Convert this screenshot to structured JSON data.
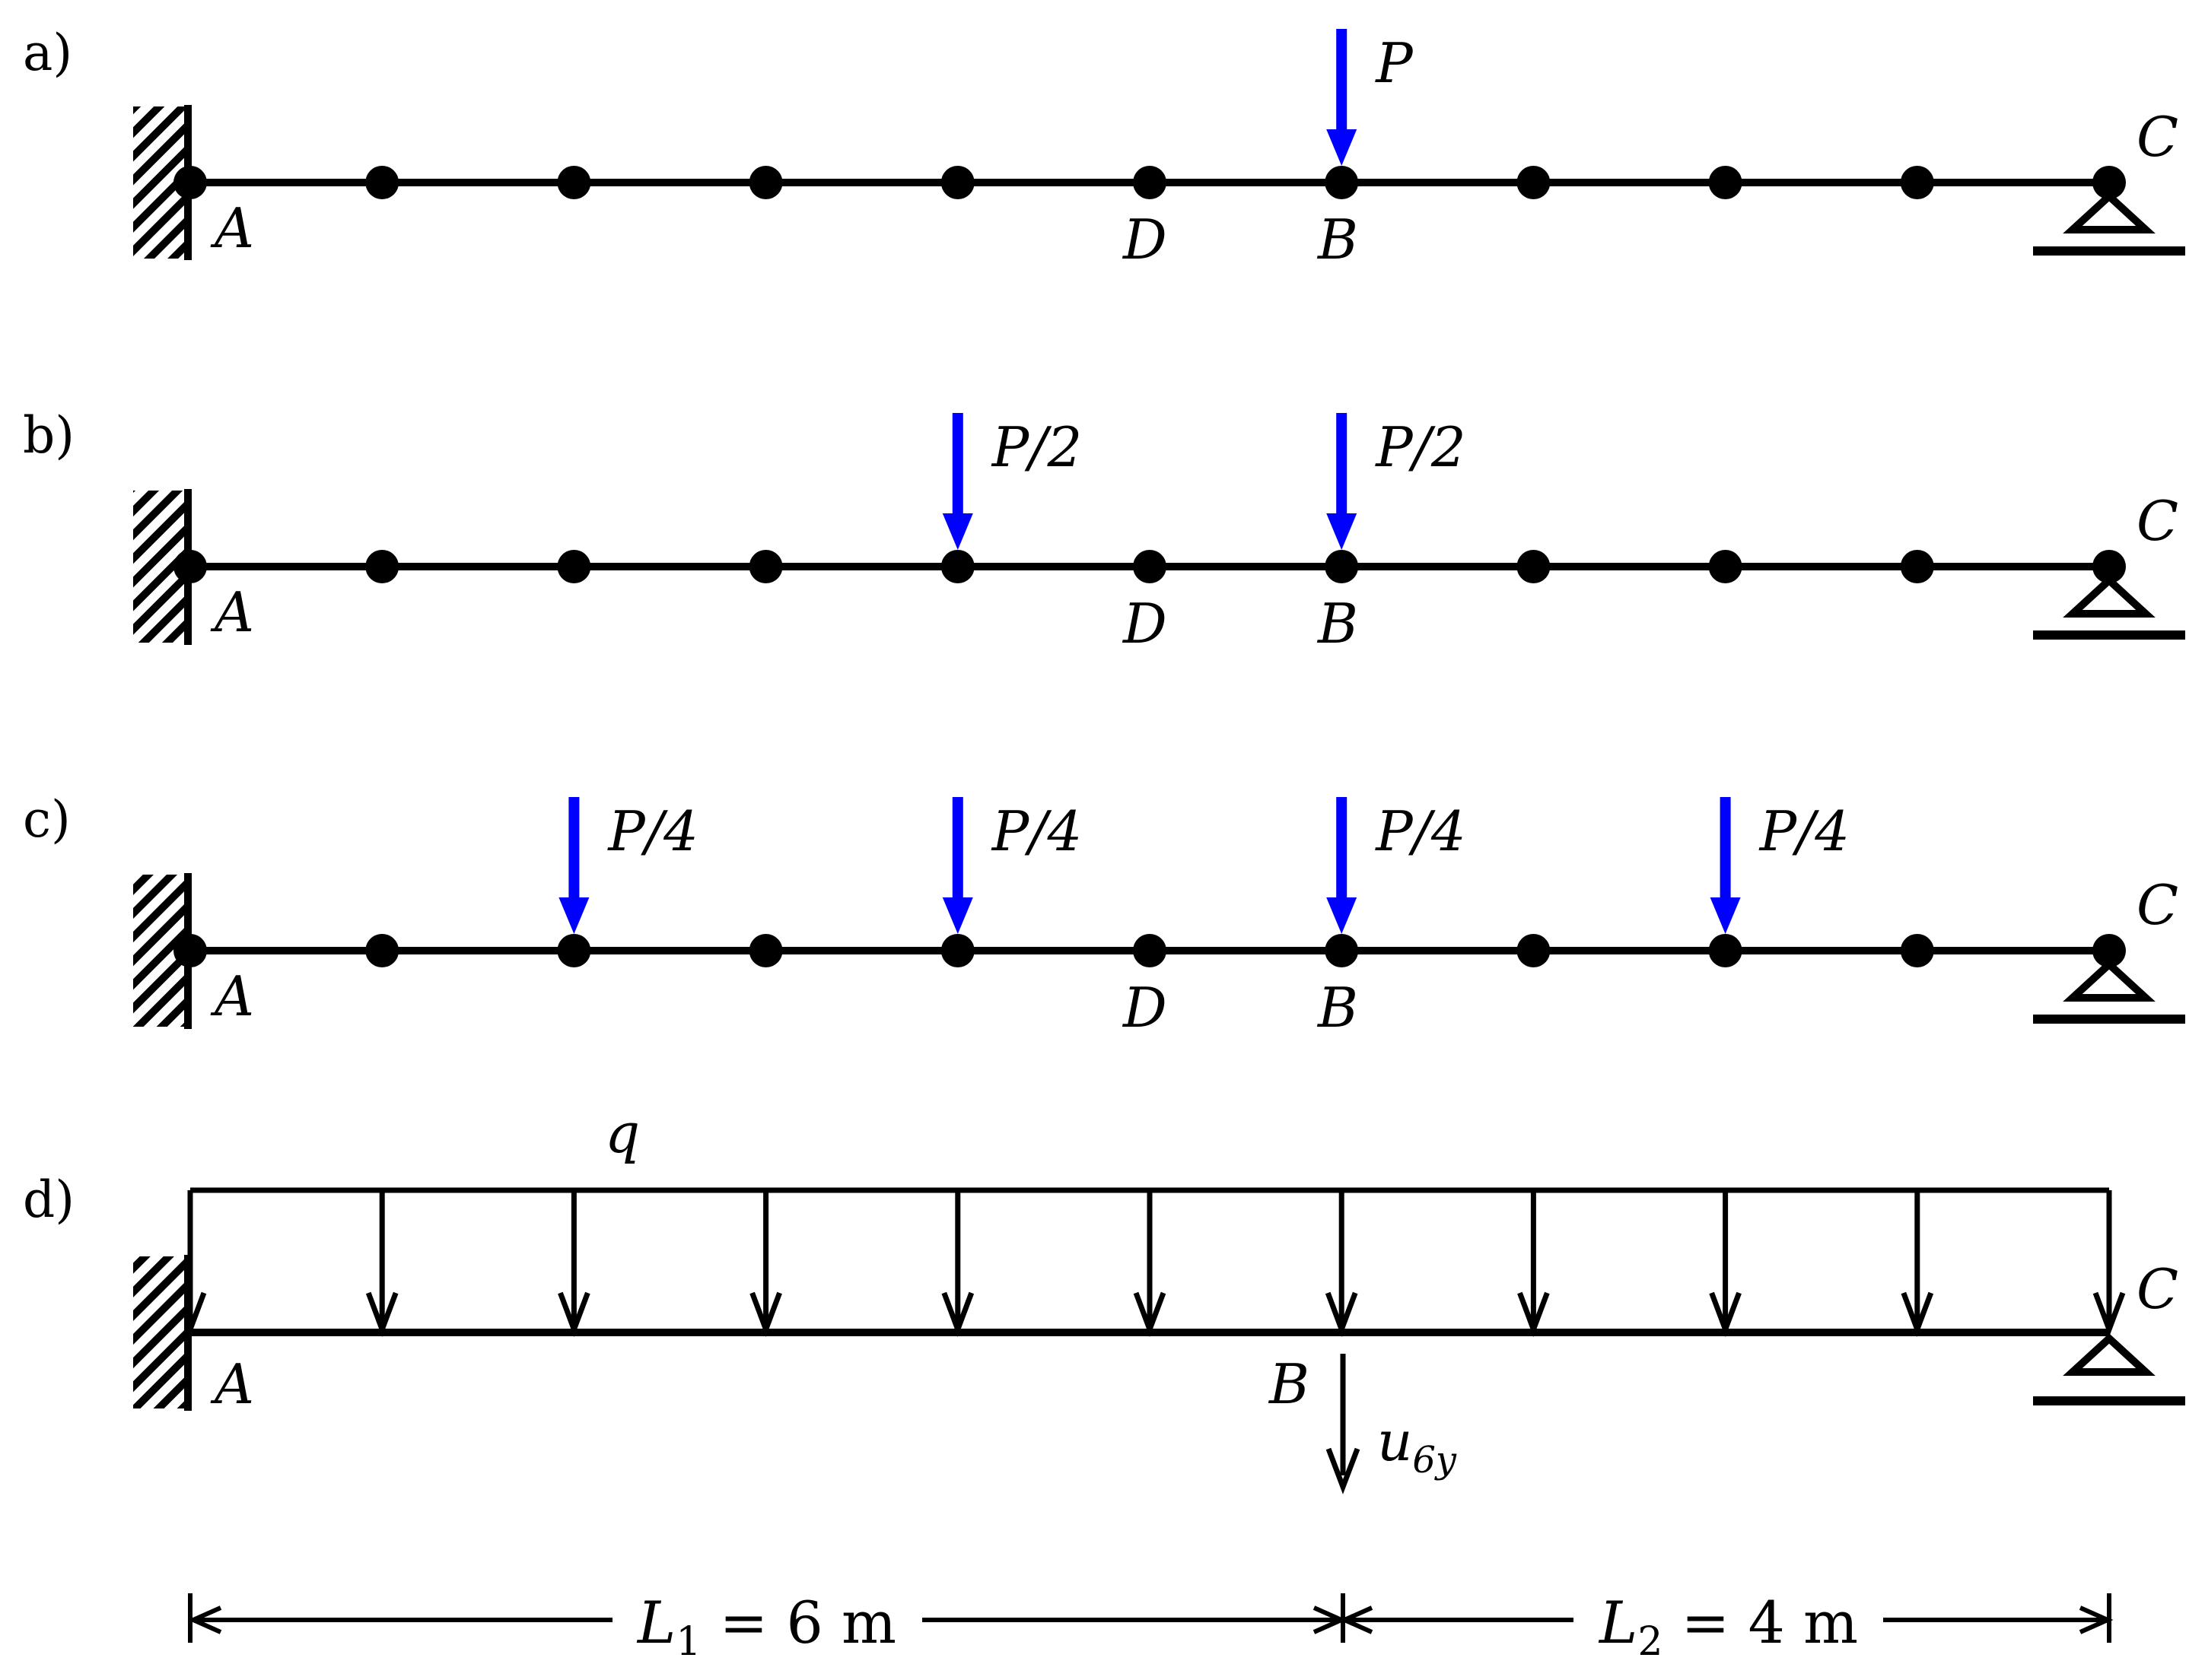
{
  "colors": {
    "beam": "#000000",
    "point_load": "#0000ff",
    "background": "#ffffff"
  },
  "panels": [
    {
      "label": "a)",
      "points": {
        "A": "A",
        "D": "D",
        "B": "B",
        "C": "C"
      },
      "loads": [
        {
          "node": 6,
          "label": "P"
        }
      ]
    },
    {
      "label": "b)",
      "points": {
        "A": "A",
        "D": "D",
        "B": "B",
        "C": "C"
      },
      "loads": [
        {
          "node": 4,
          "label": "P/2"
        },
        {
          "node": 6,
          "label": "P/2"
        }
      ]
    },
    {
      "label": "c)",
      "points": {
        "A": "A",
        "D": "D",
        "B": "B",
        "C": "C"
      },
      "loads": [
        {
          "node": 2,
          "label": "P/4"
        },
        {
          "node": 4,
          "label": "P/4"
        },
        {
          "node": 6,
          "label": "P/4"
        },
        {
          "node": 8,
          "label": "P/4"
        }
      ]
    },
    {
      "label": "d)",
      "points": {
        "A": "A",
        "B": "B",
        "C": "C"
      },
      "distributed_load_label": "q",
      "displacement_label": "u6y"
    }
  ],
  "dimensions": {
    "L1": "L1 = 6 m",
    "L2": "L2 = 4 m"
  },
  "node_count": 11
}
